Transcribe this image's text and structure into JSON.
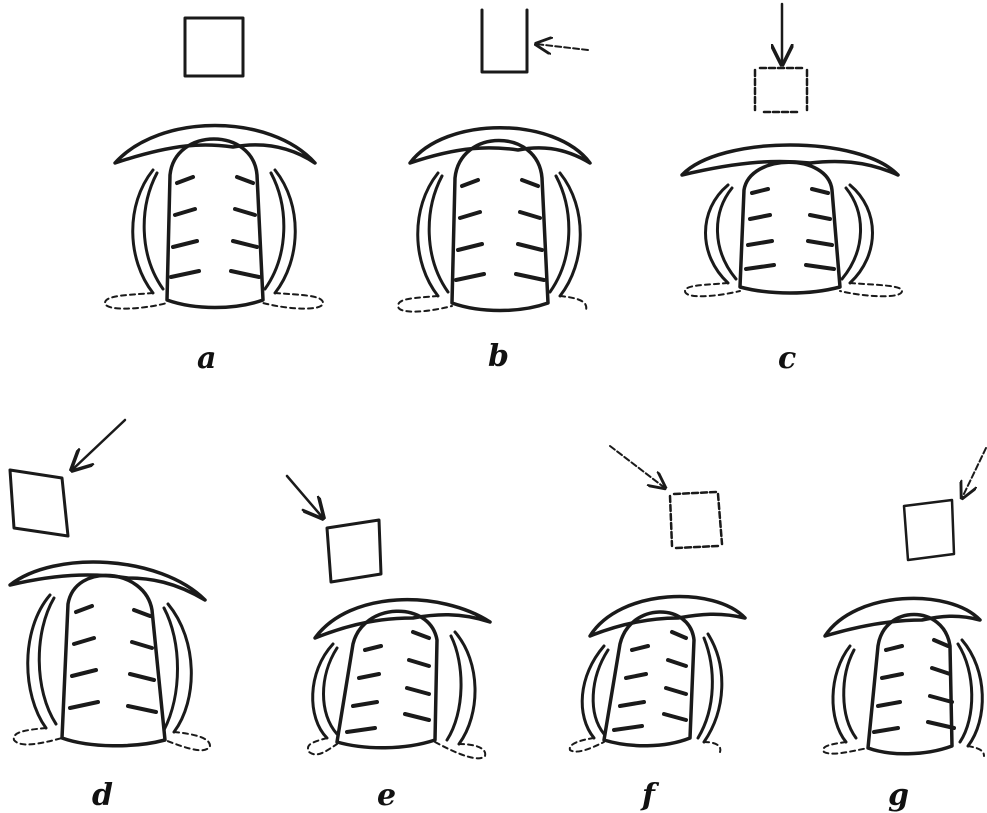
{
  "colors": {
    "ink": "#1a1a1a",
    "background": "#ffffff"
  },
  "panels": [
    {
      "label": "a",
      "direction": "none",
      "tilt": "none"
    },
    {
      "label": "b",
      "direction": "from-right",
      "tilt": "none"
    },
    {
      "label": "c",
      "direction": "from-top",
      "tilt": "flattened"
    },
    {
      "label": "d",
      "direction": "from-upper-right",
      "tilt": "left"
    },
    {
      "label": "e",
      "direction": "from-upper-left",
      "tilt": "right"
    },
    {
      "label": "f",
      "direction": "from-upper-left",
      "tilt": "right"
    },
    {
      "label": "g",
      "direction": "from-upper-right",
      "tilt": "left"
    }
  ]
}
